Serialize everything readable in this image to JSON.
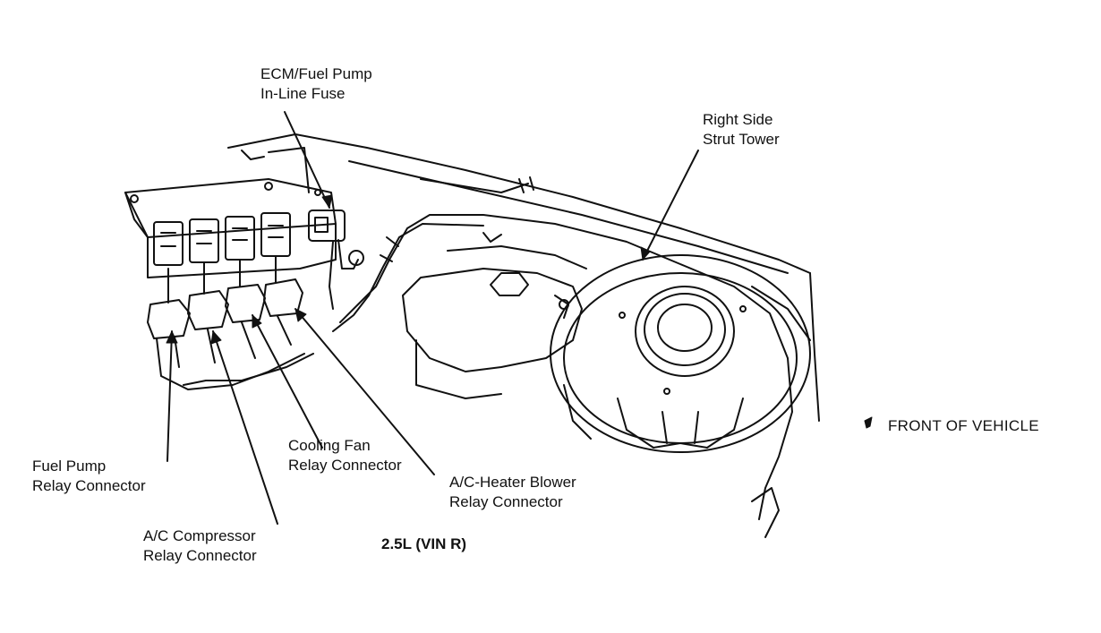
{
  "labels": {
    "ecm_fuse": {
      "line1": "ECM/Fuel Pump",
      "line2": "In-Line Fuse"
    },
    "strut_tower": {
      "line1": "Right Side",
      "line2": "Strut Tower"
    },
    "fuel_pump_relay": {
      "line1": "Fuel Pump",
      "line2": "Relay Connector"
    },
    "ac_compressor_relay": {
      "line1": "A/C Compressor",
      "line2": "Relay Connector"
    },
    "cooling_fan_relay": {
      "line1": "Cooling Fan",
      "line2": "Relay Connector"
    },
    "blower_relay": {
      "line1": "A/C-Heater Blower",
      "line2": "Relay Connector"
    }
  },
  "caption": "2.5L (VIN R)",
  "front_indicator": "FRONT OF VEHICLE",
  "colors": {
    "ink": "#111111",
    "background": "#ffffff"
  }
}
